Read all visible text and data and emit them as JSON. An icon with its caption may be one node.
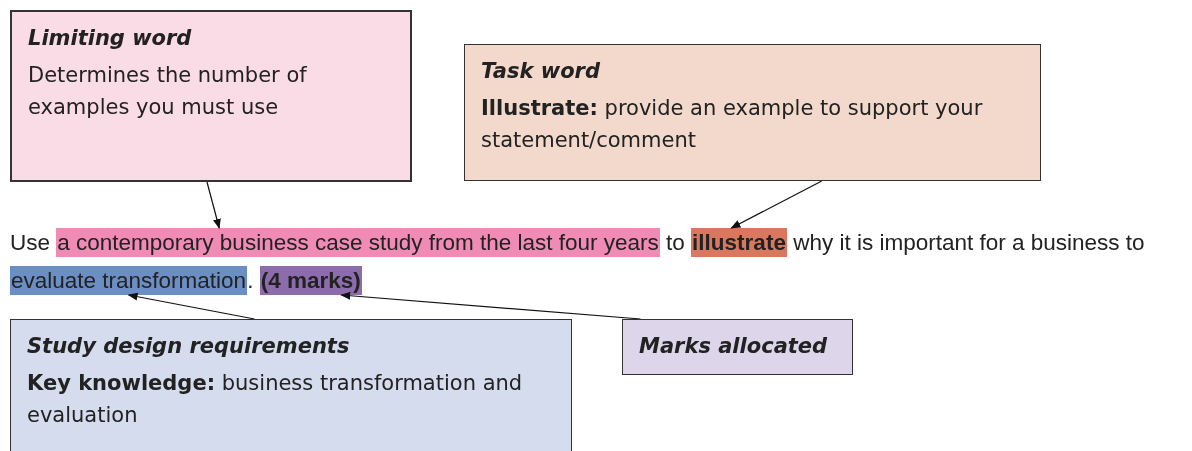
{
  "diagram": {
    "nodes": [
      {
        "text": [
          "Limiting word",
          "Determines the number of examples you must use"
        ]
      },
      {
        "text": [
          "Task word",
          "**Illustrate:** provide an example to support your statement/comment"
        ]
      },
      {
        "text": [
          "a contemporary business case study from the last four years"
        ]
      },
      {
        "text": [
          "illustrate"
        ]
      },
      {
        "text": [
          "evaluate transformation"
        ]
      },
      {
        "text": [
          "(4 marks)"
        ]
      },
      {
        "text": [
          "Study design requirements",
          "**Key knowledge:** business transformation and evaluation"
        ]
      },
      {
        "text": [
          "Marks allocated"
        ]
      }
    ],
    "edges": [
      {
        "from": 0,
        "to": 2,
        "arrow": "to"
      },
      {
        "from": 1,
        "to": 3,
        "arrow": "to"
      },
      {
        "from": 6,
        "to": 4,
        "arrow": "to"
      },
      {
        "from": 7,
        "to": 5,
        "arrow": "to"
      }
    ],
    "labels": [
      "Use",
      "to",
      "why it is important for a business to",
      "."
    ]
  }
}
